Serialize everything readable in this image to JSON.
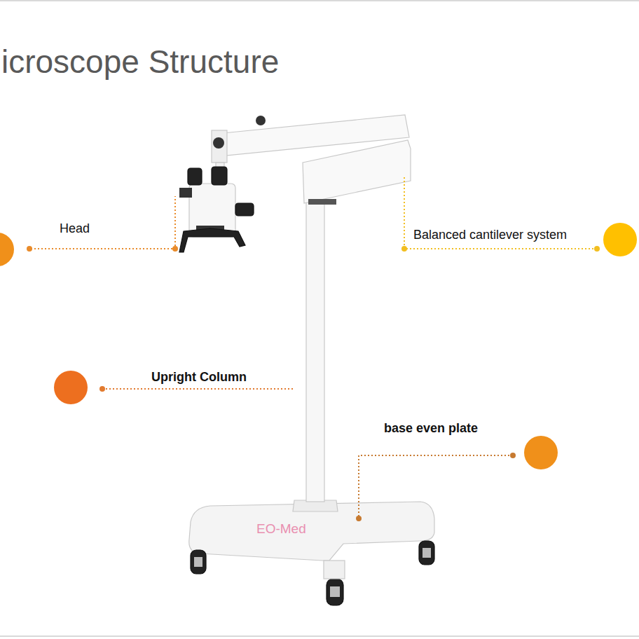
{
  "diagram": {
    "title": "icroscope Structure",
    "labels": [
      "Head",
      "Balanced cantilever system",
      "Upright Column",
      "base even plate",
      "EO-Med"
    ]
  }
}
